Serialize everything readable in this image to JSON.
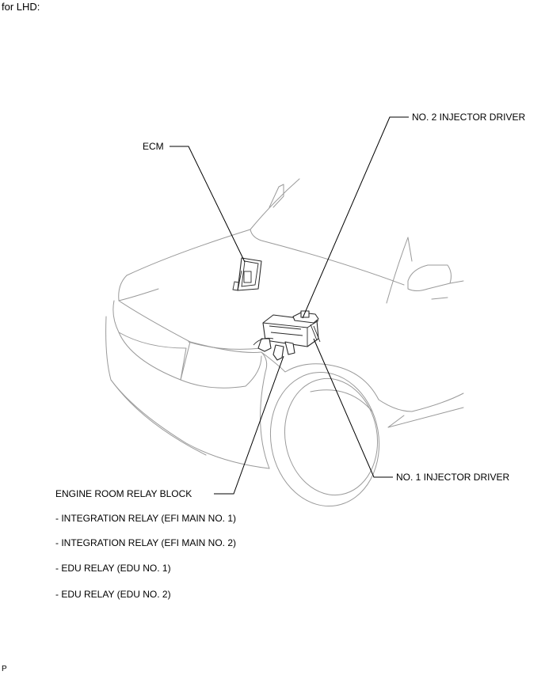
{
  "header": {
    "text": "for LHD:"
  },
  "labels": {
    "ecm": "ECM",
    "injector_driver_2": "NO. 2 INJECTOR DRIVER",
    "injector_driver_1": "NO. 1 INJECTOR DRIVER",
    "relay_block": "ENGINE ROOM RELAY BLOCK"
  },
  "relay_block_items": [
    "- INTEGRATION RELAY (EFI MAIN NO. 1)",
    "- INTEGRATION RELAY (EFI MAIN NO. 2)",
    "- EDU RELAY (EDU NO. 1)",
    "- EDU RELAY (EDU NO. 2)"
  ],
  "footer": {
    "code": "P"
  }
}
